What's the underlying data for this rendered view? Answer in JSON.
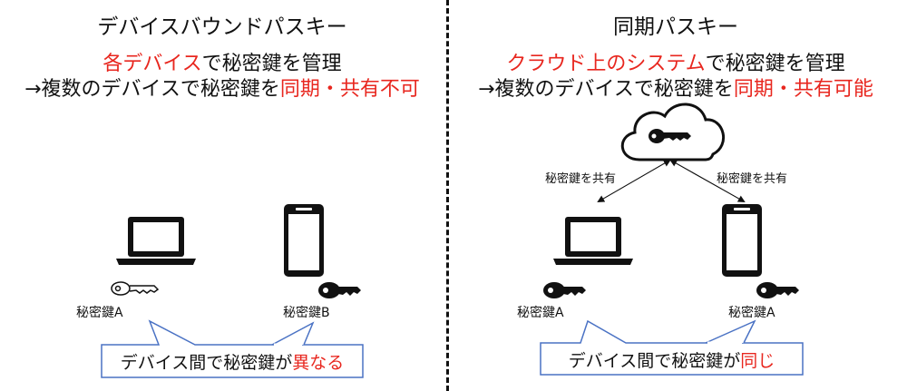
{
  "left": {
    "title": "デバイスバウンドパスキー",
    "line1_red": "各デバイス",
    "line1_black": "で秘密鍵を管理",
    "line2_black": "→複数のデバイスで秘密鍵を",
    "line2_red": "同期・共有不可",
    "laptop_key_label": "秘密鍵A",
    "phone_key_label": "秘密鍵B",
    "callout_black": "デバイス間で秘密鍵が",
    "callout_red": "異なる"
  },
  "right": {
    "title": "同期パスキー",
    "line1_red": "クラウド上のシステム",
    "line1_black": "で秘密鍵を管理",
    "line2_black": "→複数のデバイスで秘密鍵を",
    "line2_red": "同期・共有可能",
    "share_label_left": "秘密鍵を共有",
    "share_label_right": "秘密鍵を共有",
    "laptop_key_label": "秘密鍵A",
    "phone_key_label": "秘密鍵A",
    "callout_black": "デバイス間で秘密鍵が",
    "callout_red": "同じ"
  },
  "colors": {
    "accent_red": "#e8271f",
    "callout_border": "#4a72c4"
  }
}
